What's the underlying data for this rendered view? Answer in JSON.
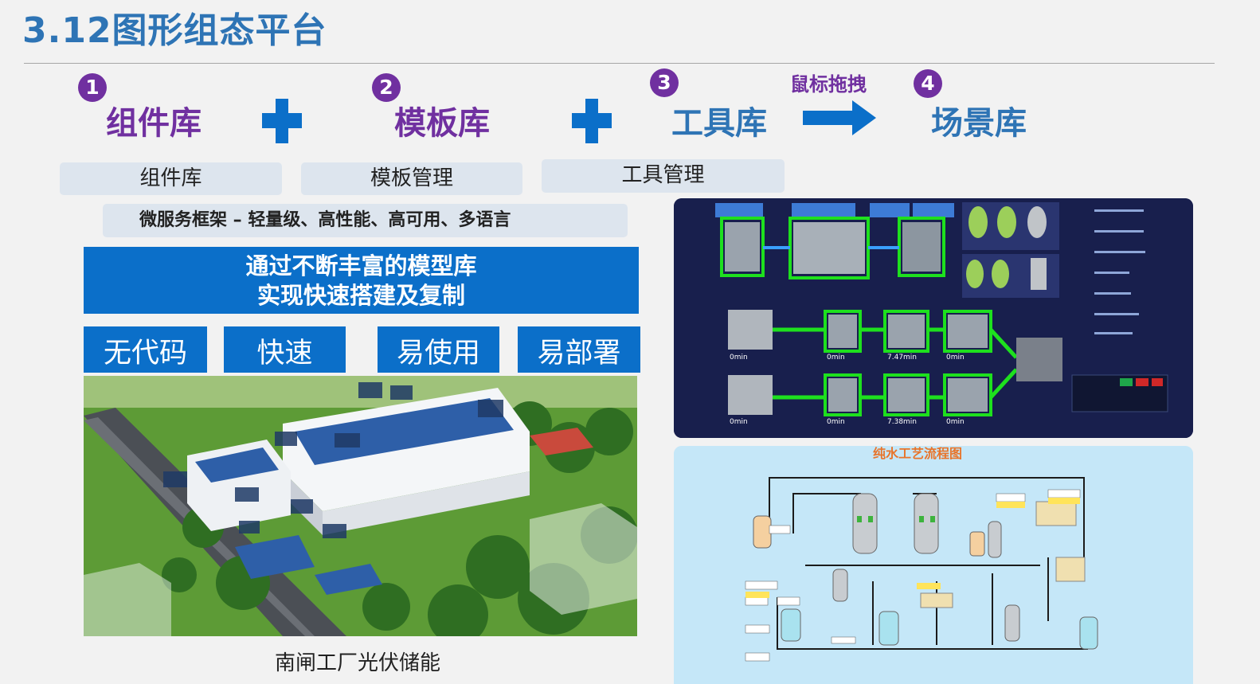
{
  "title": "3.12图形组态平台",
  "steps": [
    {
      "num": "1",
      "label": "组件库"
    },
    {
      "num": "2",
      "label": "模板库"
    },
    {
      "num": "3",
      "label": "工具库"
    },
    {
      "num": "4",
      "label": "场景库"
    }
  ],
  "drag_label": "鼠标拖拽",
  "colors": {
    "title": "#2e74b5",
    "step_purple": "#7030a0",
    "accent_blue": "#0b6fc9",
    "pill_bg": "#dde5ee"
  },
  "pills": {
    "component": "组件库",
    "template": "模板管理",
    "tool": "工具管理"
  },
  "framework": "微服务框架 – 轻量级、高性能、高可用、多语言",
  "main_message": {
    "line1": "通过不断丰富的模型库",
    "line2": "实现快速搭建及复制"
  },
  "features": [
    "无代码",
    "快速",
    "易使用",
    "易部署"
  ],
  "aerial_caption": "南闸工厂光伏储能",
  "scada": {
    "times": [
      "0min",
      "0min",
      "7.47min",
      "0min",
      "0min",
      "0min",
      "7.38min",
      "0min"
    ]
  },
  "water": {
    "title": "纯水工艺流程图"
  }
}
